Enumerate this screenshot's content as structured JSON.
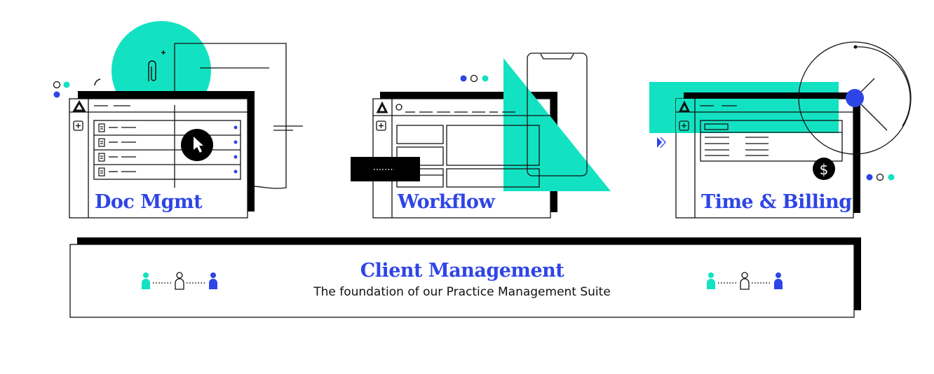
{
  "colors": {
    "teal": "#13E2C2",
    "blue": "#2E45E6",
    "black": "#000000",
    "white": "#ffffff",
    "line": "#111111"
  },
  "panels": {
    "doc": {
      "title": "Doc Mgmt",
      "icons": [
        "delta-logo-icon",
        "plus-icon",
        "document-icon",
        "paperclip-icon",
        "cursor-icon"
      ]
    },
    "workflow": {
      "title": "Workflow",
      "icons": [
        "delta-logo-icon",
        "plus-icon",
        "phone-icon"
      ]
    },
    "billing": {
      "title": "Time & Billing",
      "icons": [
        "delta-logo-icon",
        "plus-icon",
        "dollar-icon",
        "clock-icon",
        "play-arrow-icon"
      ]
    }
  },
  "banner": {
    "title": "Client Management",
    "subtitle": "The foundation of our Practice Management Suite",
    "icons": [
      "people-connection-icon"
    ]
  },
  "dollar_symbol": "$"
}
